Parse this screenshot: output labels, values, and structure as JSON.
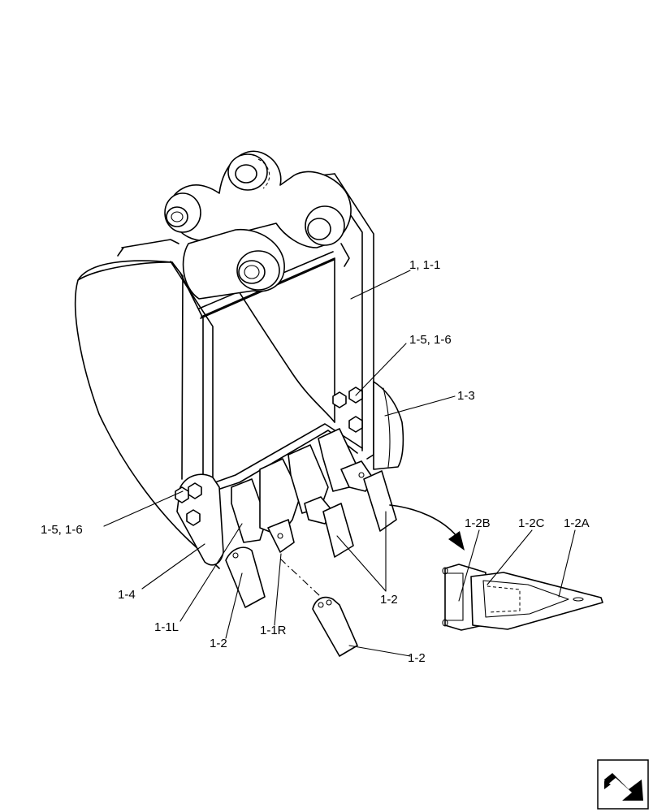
{
  "labels": {
    "bucket": "1, 1-1",
    "bolts_top": "1-5, 1-6",
    "side_cutter": "1-3",
    "bolts_left": "1-5, 1-6",
    "side_plate": "1-4",
    "adapter_left": "1-1L",
    "tooth_left": "1-2",
    "adapter_right": "1-1R",
    "teeth_right": "1-2",
    "tooth_loose": "1-2",
    "detail_b": "1-2B",
    "detail_c": "1-2C",
    "detail_a": "1-2A"
  },
  "icons": {
    "corner": "next-page-arrow-icon"
  }
}
